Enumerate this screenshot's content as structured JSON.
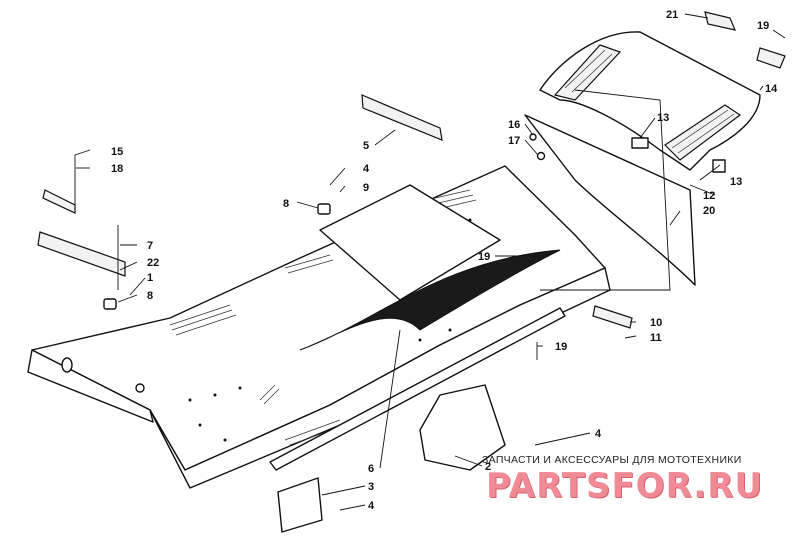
{
  "diagram": {
    "callouts": [
      {
        "id": "c21",
        "label": "21"
      },
      {
        "id": "c19a",
        "label": "19"
      },
      {
        "id": "c14",
        "label": "14"
      },
      {
        "id": "c16",
        "label": "16"
      },
      {
        "id": "c13a",
        "label": "13"
      },
      {
        "id": "c17",
        "label": "17"
      },
      {
        "id": "c5",
        "label": "5"
      },
      {
        "id": "c15",
        "label": "15"
      },
      {
        "id": "c18",
        "label": "18"
      },
      {
        "id": "c4a",
        "label": "4"
      },
      {
        "id": "c9",
        "label": "9"
      },
      {
        "id": "c12",
        "label": "12"
      },
      {
        "id": "c13b",
        "label": "13"
      },
      {
        "id": "c8a",
        "label": "8"
      },
      {
        "id": "c20",
        "label": "20"
      },
      {
        "id": "c7",
        "label": "7"
      },
      {
        "id": "c22",
        "label": "22"
      },
      {
        "id": "c19b",
        "label": "19"
      },
      {
        "id": "c1",
        "label": "1"
      },
      {
        "id": "c8b",
        "label": "8"
      },
      {
        "id": "c10",
        "label": "10"
      },
      {
        "id": "c11",
        "label": "11"
      },
      {
        "id": "c19c",
        "label": "19"
      },
      {
        "id": "c4b",
        "label": "4"
      },
      {
        "id": "c2",
        "label": "2"
      },
      {
        "id": "c6",
        "label": "6"
      },
      {
        "id": "c3",
        "label": "3"
      },
      {
        "id": "c4c",
        "label": "4"
      }
    ]
  },
  "watermark": {
    "caption": "ЗАПЧАСТИ И АКСЕССУАРЫ ДЛЯ МОТОТЕХНИКИ",
    "logo": "PARTSFOR.RU"
  }
}
